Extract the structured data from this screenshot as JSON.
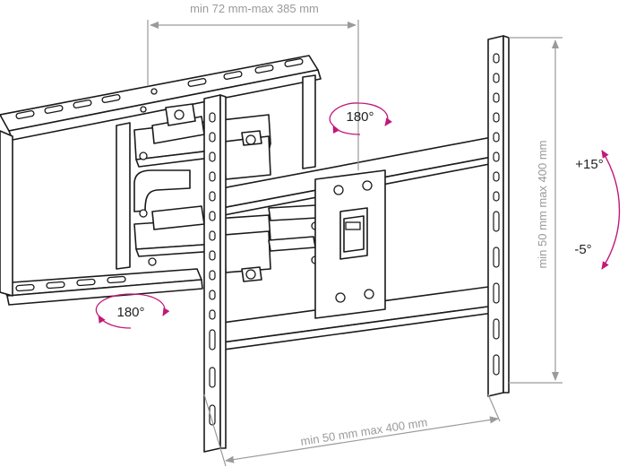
{
  "dimensions": {
    "top_width": "min 72 mm-max 385 mm",
    "bottom_width": "min 50 mm max 400 mm",
    "right_height": "min 50 mm max 400 mm"
  },
  "rotations": {
    "top": "180°",
    "bottom": "180°"
  },
  "tilt": {
    "up": "+15°",
    "down": "-5°"
  },
  "colors": {
    "line": "#1a1a1a",
    "dimension": "#9a9a9a",
    "rotation_arrow": "#c2187a"
  }
}
